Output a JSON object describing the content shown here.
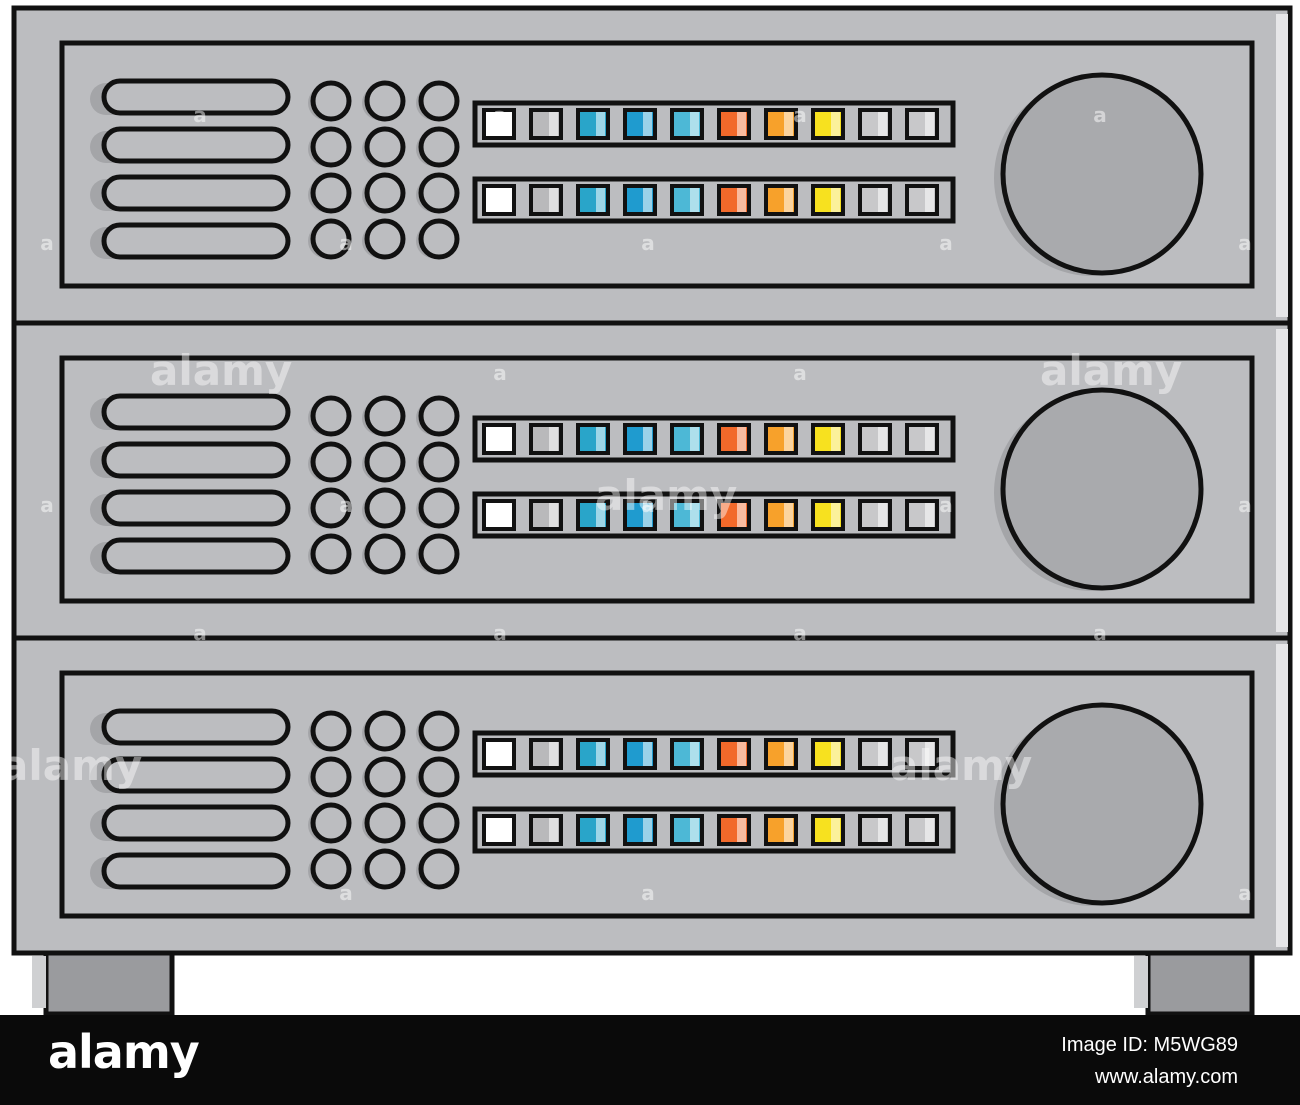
{
  "illustration": {
    "subject": "server-rack-icon",
    "unit_count": 3,
    "vent_slots_per_unit": 4,
    "button_grid": {
      "rows": 4,
      "cols": 3
    },
    "led_rows_per_unit": 2,
    "led_colors": [
      "#ffffff",
      "#b9b9bb",
      "#29a5c9",
      "#1f9bcf",
      "#4db8d6",
      "#f2692a",
      "#f7a12b",
      "#f7e11f",
      "#c8c8ca",
      "#c8c8ca"
    ],
    "colors": {
      "outline": "#111111",
      "chassis": "#bcbdc0",
      "panel": "#bcbdc0",
      "shadow": "#a4a5a8",
      "knob": "#a9aaad",
      "foot": "#9a9b9e",
      "background": "#ffffff"
    }
  },
  "watermark": {
    "text": "alamy",
    "small_glyph": "a"
  },
  "footer": {
    "brand": "alamy",
    "image_id": "Image ID: M5WG89",
    "url": "www.alamy.com"
  }
}
